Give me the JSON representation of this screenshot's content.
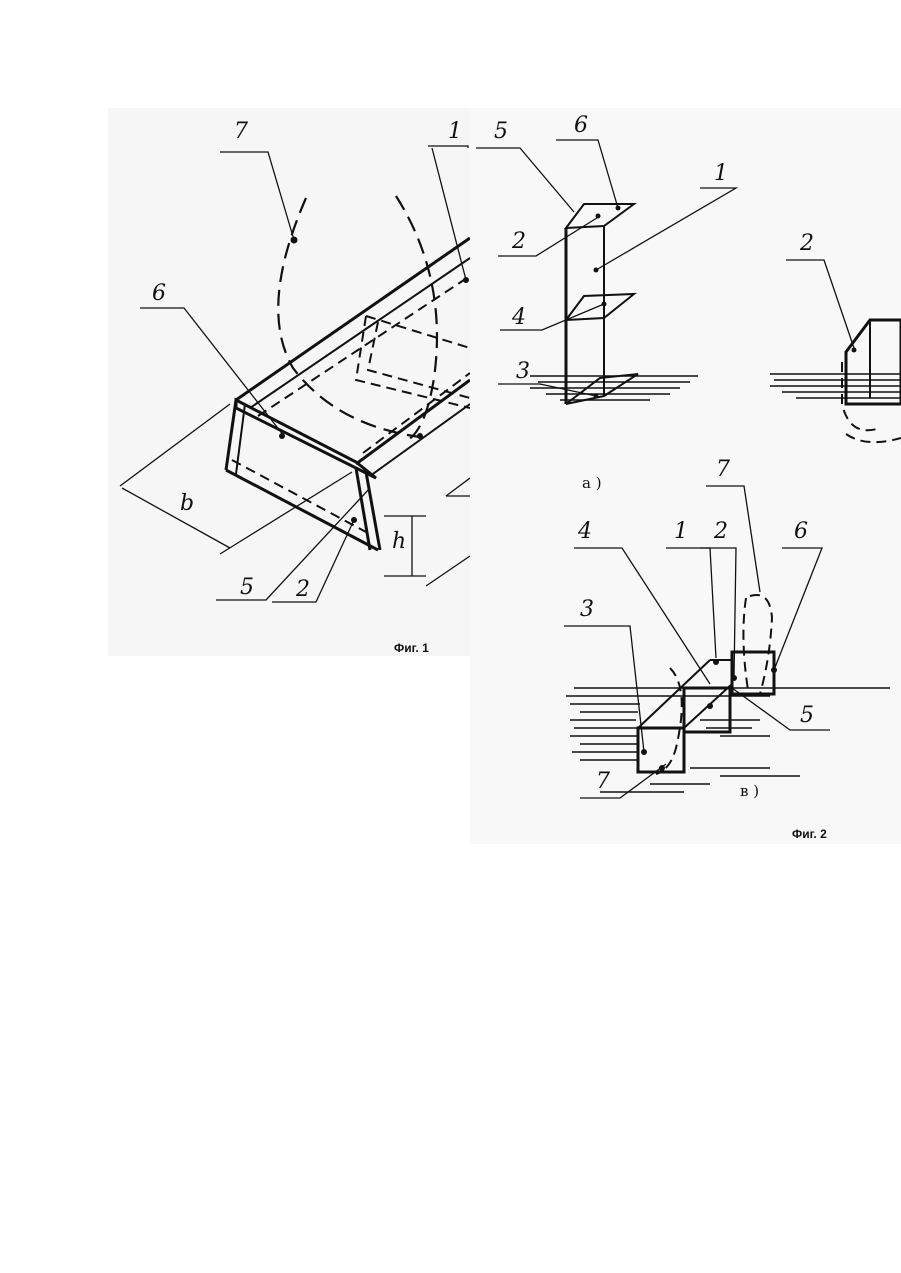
{
  "fig1": {
    "caption": "Фиг. 1",
    "labels": {
      "l7": "7",
      "l1": "1",
      "l6": "6",
      "lb": "b",
      "lh": "h",
      "l5": "5",
      "l2": "2"
    }
  },
  "fig2": {
    "caption": "Фиг. 2",
    "sub_a": "a )",
    "sub_b": "в )",
    "a_labels": {
      "l5": "5",
      "l6": "6",
      "l1": "1",
      "l2": "2",
      "l4": "4",
      "l3": "3"
    },
    "b_labels": {
      "l2": "2"
    },
    "c_labels": {
      "l7top": "7",
      "l4": "4",
      "l1": "1",
      "l2": "2",
      "l6": "6",
      "l3": "3",
      "l5": "5",
      "l7bot": "7"
    }
  }
}
